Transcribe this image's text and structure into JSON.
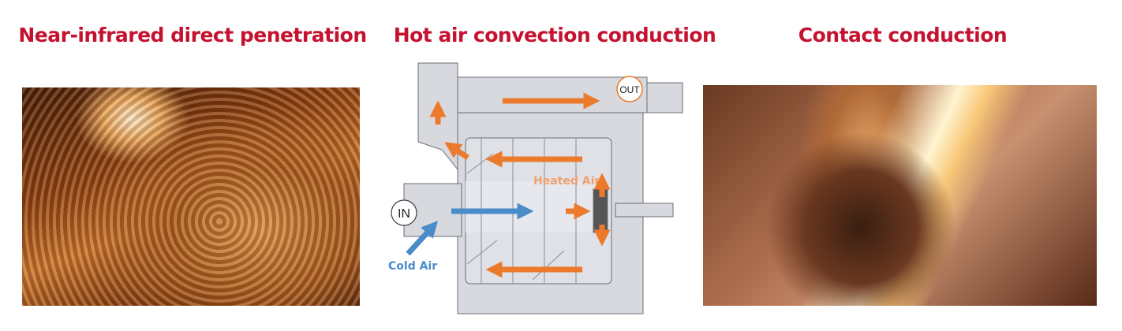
{
  "titles": {
    "left": "Near-infrared direct penetration",
    "center": "Hot air convection conduction",
    "right": "Contact conduction"
  },
  "diagram": {
    "inlet_label": "IN",
    "outlet_label": "OUT",
    "heated_air_label": "Heated Air",
    "cold_air_label": "Cold Air"
  },
  "colors": {
    "title": "#c4122f",
    "hot_arrow": "#eb7a2c",
    "cold_arrow": "#4a8cc8"
  }
}
